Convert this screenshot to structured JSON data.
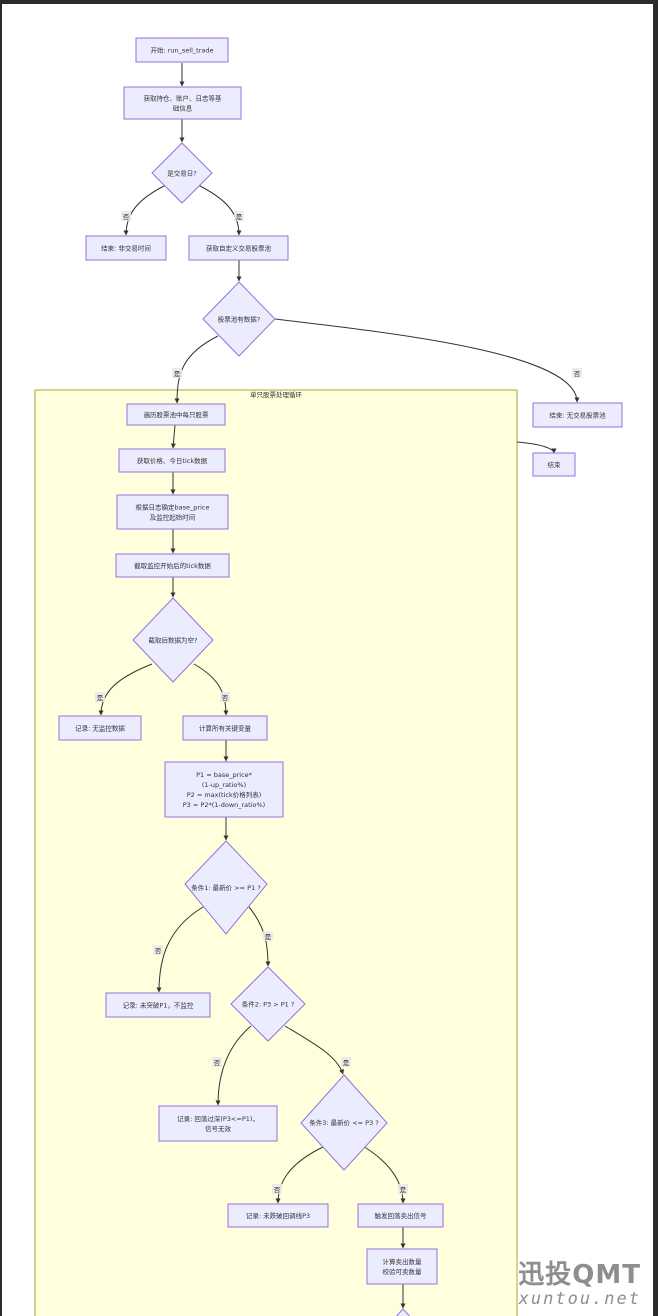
{
  "cluster": {
    "title": "单只股票处理循环"
  },
  "nodes": {
    "start": [
      "开始: run_sell_trade"
    ],
    "get_info": [
      "获取持仓、账户、日志等基",
      "础信息"
    ],
    "is_trade_day": [
      "是交易日?"
    ],
    "end_non_trade": [
      "结束: 非交易时间"
    ],
    "get_pool": [
      "获取自定义交易股票池"
    ],
    "pool_has_data": [
      "股票池有数据?"
    ],
    "end_no_pool": [
      "结束: 无交易股票池"
    ],
    "end": [
      "结束"
    ],
    "iterate": [
      "遍历股票池中每只股票"
    ],
    "get_price": [
      "获取价格、今日tick数据"
    ],
    "calc_base": [
      "根据日志确定base_price",
      "及监控起始时间"
    ],
    "slice_tick": [
      "截取监控开始后的tick数据"
    ],
    "is_empty": [
      "截取后数据为空?"
    ],
    "log_no_data": [
      "记录: 无监控数据"
    ],
    "calc_vars": [
      "计算所有关键变量"
    ],
    "formulas": [
      "P1 = base_price*",
      "(1-up_ratio%)",
      "P2 = max(tick价格列表)",
      "P3 = P2*(1-down_ratio%)"
    ],
    "cond1": [
      "条件1: 最新价 >= P1 ?"
    ],
    "log_not_break": [
      "记录: 未突破P1，不监控"
    ],
    "cond2": [
      "条件2: P3 > P1 ?"
    ],
    "log_invalid": [
      "记录: 回落过深(P3<=P1)，",
      "信号无效"
    ],
    "cond3": [
      "条件3: 最新价 <= P3 ?"
    ],
    "log_not_fall": [
      "记录: 未跌破回调线P3"
    ],
    "trigger": [
      "触发回落卖出信号"
    ],
    "calc_qty": [
      "计算卖出数量",
      "校验可卖数量"
    ]
  },
  "edge_labels": {
    "trade_no": "否",
    "trade_yes": "是",
    "pool_yes": "是",
    "pool_no": "否",
    "empty_yes": "是",
    "empty_no": "否",
    "c1_no": "否",
    "c1_yes": "是",
    "c2_no": "否",
    "c2_yes": "是",
    "c3_no": "否",
    "c3_yes": "是"
  },
  "watermark": {
    "brand": "迅投QMT",
    "site": "xuntou.net"
  }
}
